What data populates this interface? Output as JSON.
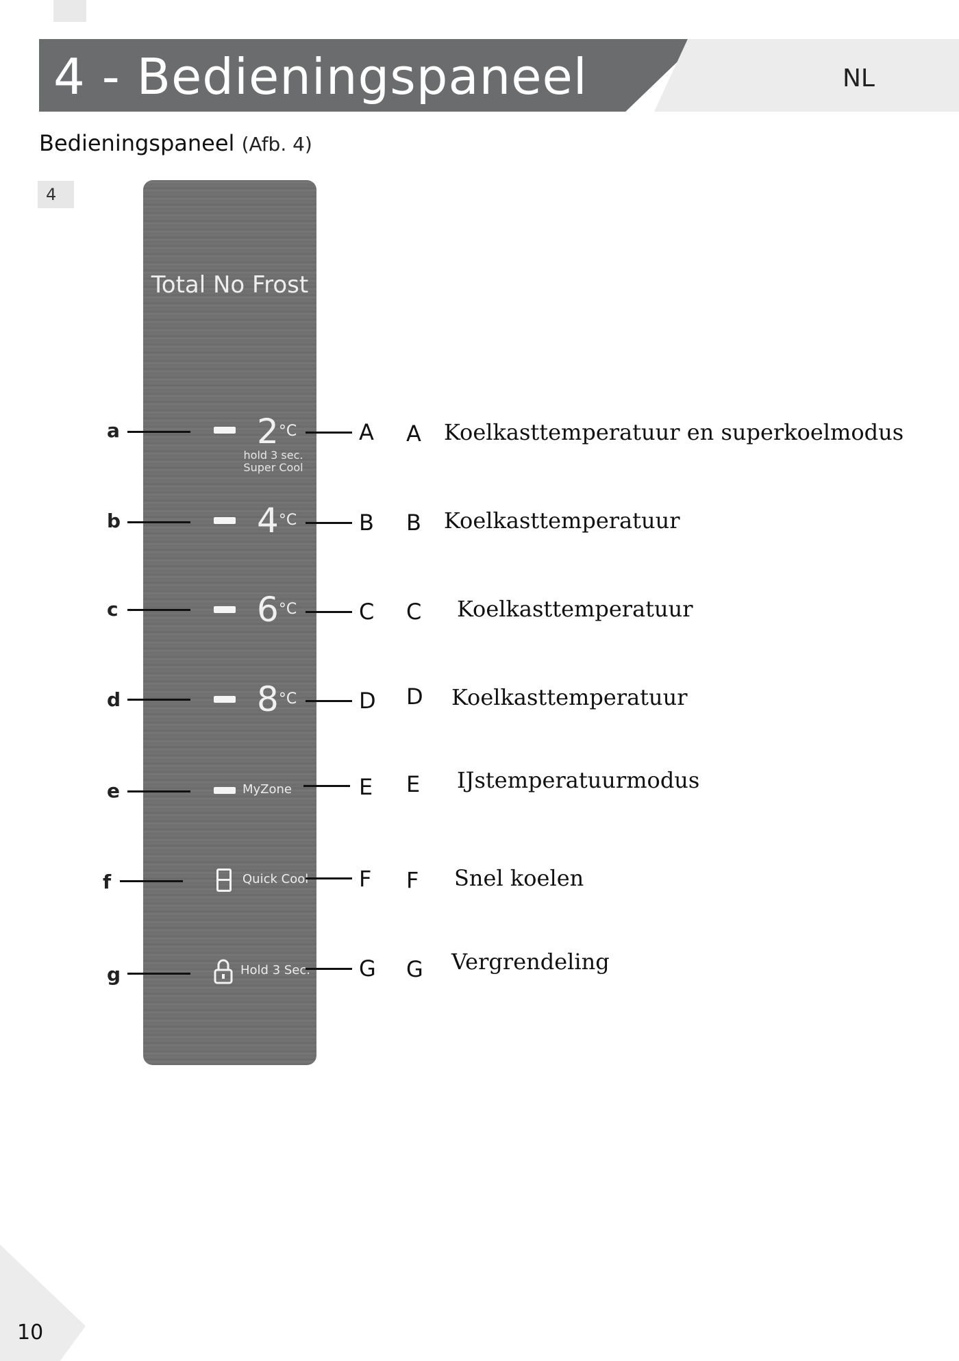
{
  "header": {
    "title": "4 - Bedieningspaneel",
    "language": "NL"
  },
  "section": {
    "heading": "Bedieningspaneel",
    "figure_ref": "(Afb. 4)"
  },
  "figure": {
    "number": "4"
  },
  "panel": {
    "title": "Total No Frost",
    "temps": [
      {
        "value": "2",
        "unit": "°C",
        "note1": "hold 3 sec.",
        "note2": "Super Cool"
      },
      {
        "value": "4",
        "unit": "°C"
      },
      {
        "value": "6",
        "unit": "°C"
      },
      {
        "value": "8",
        "unit": "°C"
      }
    ],
    "myzone": "MyZone",
    "quickcool": "Quick Cool",
    "lock": "Hold 3 Sec."
  },
  "callouts_left": [
    "a",
    "b",
    "c",
    "d",
    "e",
    "f",
    "g"
  ],
  "callouts_right": [
    "A",
    "B",
    "C",
    "D",
    "E",
    "F",
    "G"
  ],
  "legend": [
    {
      "letter": "A",
      "text": "Koelkasttemperatuur en superkoelmodus"
    },
    {
      "letter": "B",
      "text": "Koelkasttemperatuur"
    },
    {
      "letter": "C",
      "text": "Koelkasttemperatuur"
    },
    {
      "letter": "D",
      "text": "Koelkasttemperatuur"
    },
    {
      "letter": "E",
      "text": "IJstemperatuurmodus"
    },
    {
      "letter": "F",
      "text": "Snel koelen"
    },
    {
      "letter": "G",
      "text": "Vergrendeling"
    }
  ],
  "footer": {
    "page_number": "10"
  }
}
